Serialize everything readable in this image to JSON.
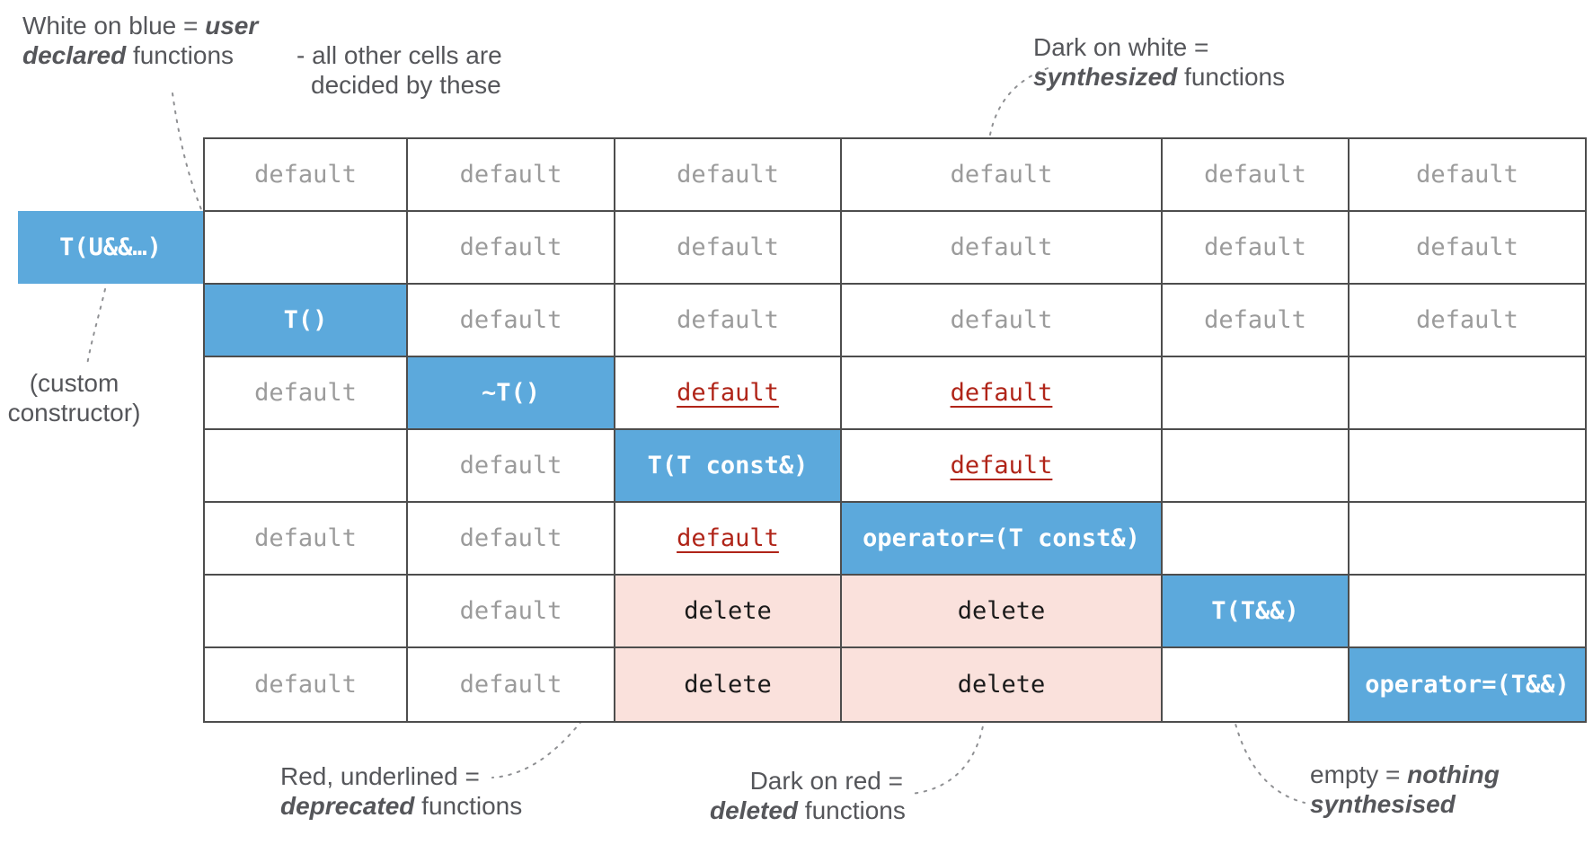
{
  "legend": {
    "user_declared": {
      "pre": "White on blue = ",
      "bold1": "user",
      "bold2": "declared",
      "post": " functions"
    },
    "other_cells": {
      "line1": "- all other cells are",
      "line2": "decided by these"
    },
    "synthesized": {
      "line1": "Dark on white =",
      "bold": "synthesized",
      "post": " functions"
    },
    "deprecated": {
      "line1": "Red, underlined =",
      "bold": "deprecated",
      "post": " functions"
    },
    "deleted": {
      "line1": "Dark on red =",
      "bold": "deleted",
      "post": " functions"
    },
    "empty": {
      "pre": "empty = ",
      "bold1": "nothing",
      "bold2": "synthesised"
    },
    "custom_constructor": {
      "line1": "(custom",
      "line2": "constructor)"
    }
  },
  "floating_cell": {
    "label": "T(U&&…)"
  },
  "table": {
    "rows": [
      [
        {
          "t": "synthesized",
          "v": "default"
        },
        {
          "t": "synthesized",
          "v": "default"
        },
        {
          "t": "synthesized",
          "v": "default"
        },
        {
          "t": "synthesized",
          "v": "default"
        },
        {
          "t": "synthesized",
          "v": "default"
        },
        {
          "t": "synthesized",
          "v": "default"
        }
      ],
      [
        {
          "t": "empty",
          "v": ""
        },
        {
          "t": "synthesized",
          "v": "default"
        },
        {
          "t": "synthesized",
          "v": "default"
        },
        {
          "t": "synthesized",
          "v": "default"
        },
        {
          "t": "synthesized",
          "v": "default"
        },
        {
          "t": "synthesized",
          "v": "default"
        }
      ],
      [
        {
          "t": "declared",
          "v": "T()"
        },
        {
          "t": "synthesized",
          "v": "default"
        },
        {
          "t": "synthesized",
          "v": "default"
        },
        {
          "t": "synthesized",
          "v": "default"
        },
        {
          "t": "synthesized",
          "v": "default"
        },
        {
          "t": "synthesized",
          "v": "default"
        }
      ],
      [
        {
          "t": "synthesized",
          "v": "default"
        },
        {
          "t": "declared",
          "v": "~T()"
        },
        {
          "t": "deprecated",
          "v": "default"
        },
        {
          "t": "deprecated",
          "v": "default"
        },
        {
          "t": "empty",
          "v": ""
        },
        {
          "t": "empty",
          "v": ""
        }
      ],
      [
        {
          "t": "empty",
          "v": ""
        },
        {
          "t": "synthesized",
          "v": "default"
        },
        {
          "t": "declared",
          "v": "T(T const&)"
        },
        {
          "t": "deprecated",
          "v": "default"
        },
        {
          "t": "empty",
          "v": ""
        },
        {
          "t": "empty",
          "v": ""
        }
      ],
      [
        {
          "t": "synthesized",
          "v": "default"
        },
        {
          "t": "synthesized",
          "v": "default"
        },
        {
          "t": "deprecated",
          "v": "default"
        },
        {
          "t": "declared",
          "v": "operator=(T const&)"
        },
        {
          "t": "empty",
          "v": ""
        },
        {
          "t": "empty",
          "v": ""
        }
      ],
      [
        {
          "t": "empty",
          "v": ""
        },
        {
          "t": "synthesized",
          "v": "default"
        },
        {
          "t": "deleted",
          "v": "delete"
        },
        {
          "t": "deleted",
          "v": "delete"
        },
        {
          "t": "declared",
          "v": "T(T&&)"
        },
        {
          "t": "empty",
          "v": ""
        }
      ],
      [
        {
          "t": "synthesized",
          "v": "default"
        },
        {
          "t": "synthesized",
          "v": "default"
        },
        {
          "t": "deleted",
          "v": "delete"
        },
        {
          "t": "deleted",
          "v": "delete"
        },
        {
          "t": "empty",
          "v": ""
        },
        {
          "t": "declared",
          "v": "operator=(T&&)"
        }
      ]
    ]
  },
  "colors": {
    "declared_bg": "#5CA9DC",
    "declared_text": "#FFFFFF",
    "deleted_bg": "#FAE1DC",
    "deleted_text": "#1A1A1A",
    "deprecated_text": "#B02418",
    "synthesized_text": "#9B9B9B",
    "border": "#4D4D4D",
    "annotation_text": "#55565A",
    "connector": "#8F9093"
  }
}
